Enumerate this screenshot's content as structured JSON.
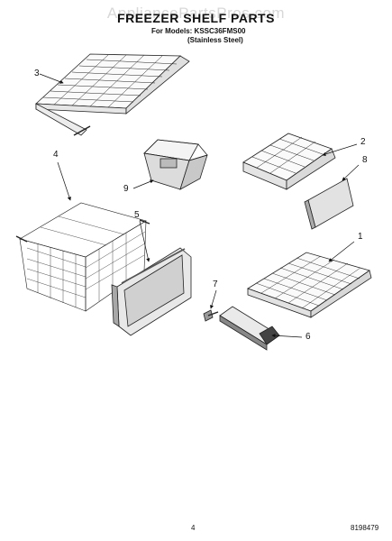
{
  "watermark": "AppliancePartsPros.com",
  "header": {
    "title": "FREEZER SHELF PARTS",
    "models": "For Models: KSSC36FMS00",
    "finish": "(Stainless Steel)"
  },
  "callouts": {
    "c1": "1",
    "c2": "2",
    "c3": "3",
    "c4": "4",
    "c5": "5",
    "c6": "6",
    "c7": "7",
    "c8": "8",
    "c9": "9"
  },
  "footer": {
    "page_number": "4",
    "document_number": "8198479"
  }
}
